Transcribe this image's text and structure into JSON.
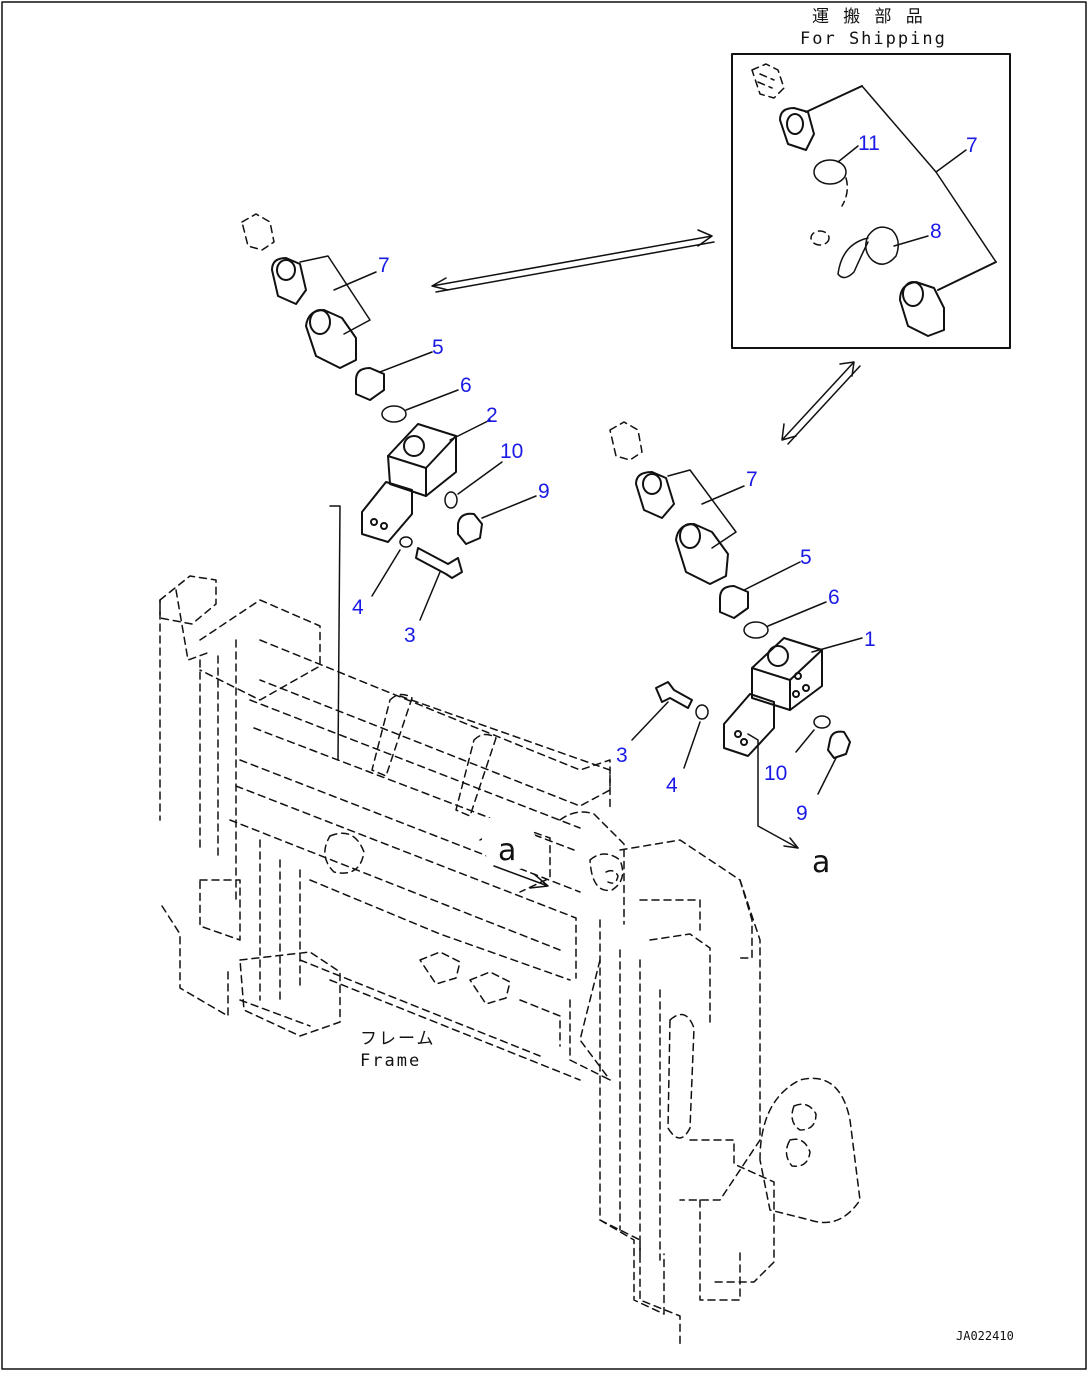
{
  "shipping": {
    "label_jp": "運 搬 部 品",
    "label_en": "For Shipping"
  },
  "frame": {
    "label_jp": "フレーム",
    "label_en": "Frame"
  },
  "view_marker": "a",
  "drawing_code": "JA022410",
  "callouts": {
    "c1": "1",
    "c2": "2",
    "c3a": "3",
    "c3b": "3",
    "c4a": "4",
    "c4b": "4",
    "c5a": "5",
    "c5b": "5",
    "c6a": "6",
    "c6b": "6",
    "c7a": "7",
    "c7b": "7",
    "c7c": "7",
    "c8": "8",
    "c9a": "9",
    "c9b": "9",
    "c10a": "10",
    "c10b": "10",
    "c11": "11"
  },
  "colors": {
    "callout": "#1a1ae6",
    "line": "#111111"
  }
}
